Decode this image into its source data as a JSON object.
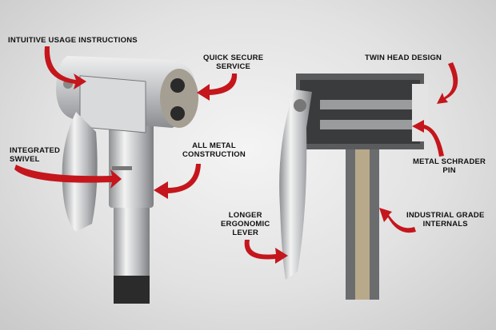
{
  "labels": {
    "intuitive": "INTUITIVE USAGE INSTRUCTIONS",
    "quick_1": "QUICK SECURE",
    "quick_2": "SERVICE",
    "swivel_1": "INTEGRATED",
    "swivel_2": "SWIVEL",
    "metal_1": "ALL METAL",
    "metal_2": "CONSTRUCTION",
    "twin": "TWIN HEAD DESIGN",
    "schrader_1": "METAL SCHRADER",
    "schrader_2": "PIN",
    "lever_1": "LONGER",
    "lever_2": "ERGONOMIC",
    "lever_3": "LEVER",
    "internals_1": "INDUSTRIAL GRADE",
    "internals_2": "INTERNALS"
  },
  "colors": {
    "arrow": "#c4161c",
    "label": "#111111"
  }
}
